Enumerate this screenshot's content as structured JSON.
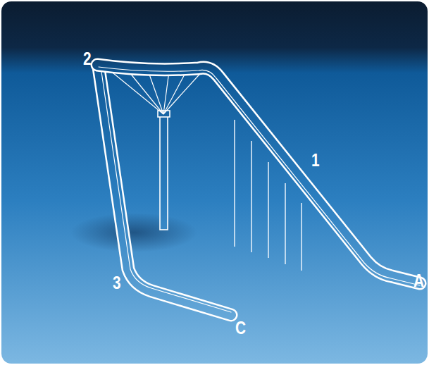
{
  "diagram": {
    "labels": [
      "2",
      "1",
      "3",
      "A",
      "C"
    ]
  }
}
